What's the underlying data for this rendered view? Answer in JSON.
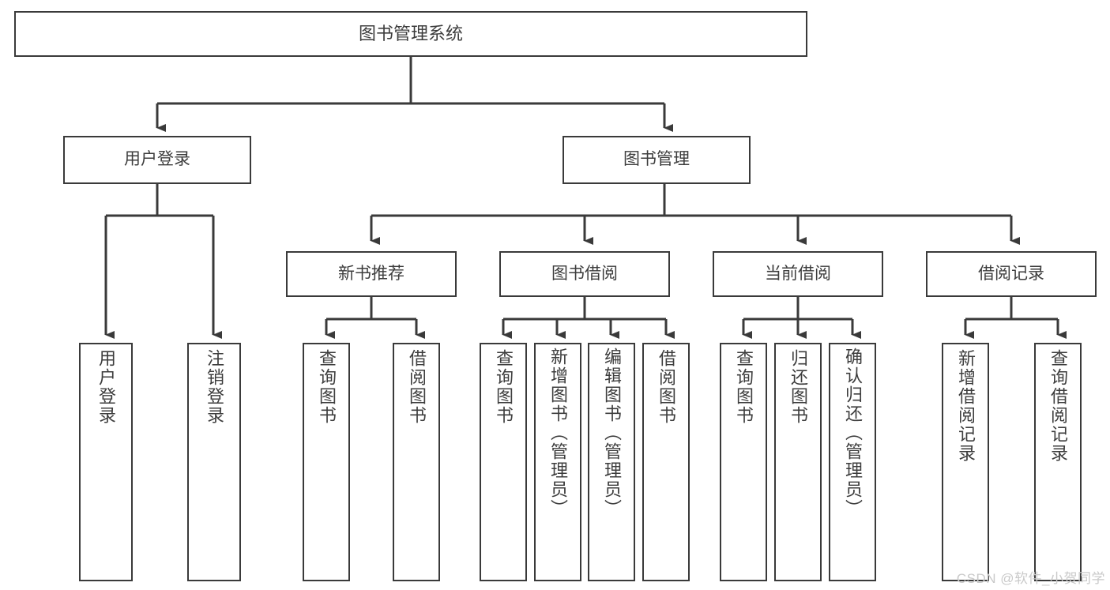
{
  "diagram": {
    "title": "图书管理系统",
    "type": "tree-hierarchy",
    "watermark": "CSDN @软件_小贺同学",
    "colors": {
      "stroke": "#3a3a3a",
      "text": "#3d3d3d",
      "background": "#ffffff",
      "watermark": "#c9c9c9"
    },
    "levels": {
      "root": {
        "label": "图书管理系统"
      },
      "level2": [
        {
          "label": "用户登录"
        },
        {
          "label": "图书管理"
        }
      ],
      "level3": [
        {
          "label": "新书推荐"
        },
        {
          "label": "图书借阅"
        },
        {
          "label": "当前借阅"
        },
        {
          "label": "借阅记录"
        }
      ],
      "leaves": {
        "user_login": [
          {
            "label": "用户登录"
          },
          {
            "label": "注销登录"
          }
        ],
        "new_book_recommend": [
          {
            "label": "查询图书"
          },
          {
            "label": "借阅图书"
          }
        ],
        "book_borrow": [
          {
            "label": "查询图书"
          },
          {
            "label": "新增图书（管理员）"
          },
          {
            "label": "编辑图书（管理员）"
          },
          {
            "label": "借阅图书"
          }
        ],
        "current_borrow": [
          {
            "label": "查询图书"
          },
          {
            "label": "归还图书"
          },
          {
            "label": "确认归还（管理员）"
          }
        ],
        "borrow_record": [
          {
            "label": "新增借阅记录"
          },
          {
            "label": "查询借阅记录"
          }
        ]
      }
    }
  }
}
